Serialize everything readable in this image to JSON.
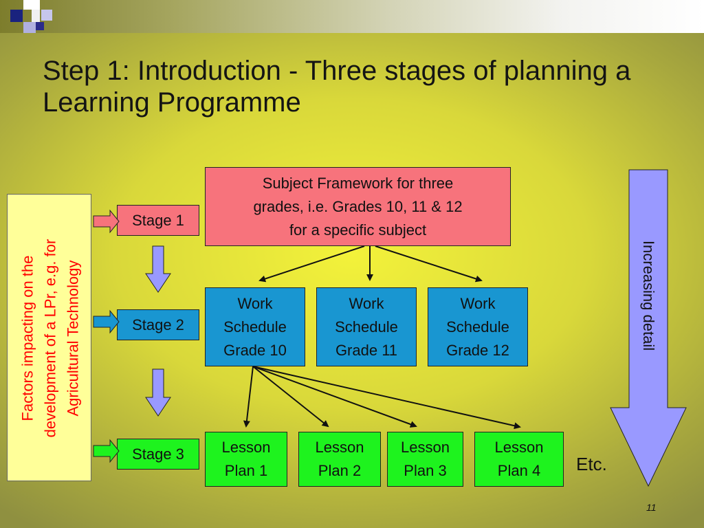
{
  "slide": {
    "title": "Step 1:  Introduction -  Three stages of planning a Learning Programme",
    "page_number": "11"
  },
  "colors": {
    "framework_pink": "#f7737c",
    "work_schedule_blue": "#1996d1",
    "lesson_plan_green": "#1ef31e",
    "factors_yellow": "#ffff99",
    "factors_text_red": "#ff0000",
    "arrow_lavender": "#9999ff"
  },
  "stages": [
    {
      "label": "Stage 1"
    },
    {
      "label": "Stage 2"
    },
    {
      "label": "Stage 3"
    }
  ],
  "framework": {
    "lines": [
      "Subject Framework for three",
      "grades, i.e. Grades 10, 11 & 12",
      "for a specific subject"
    ]
  },
  "work_schedules": [
    {
      "line1": "Work",
      "line2": "Schedule",
      "line3": "Grade 10"
    },
    {
      "line1": "Work",
      "line2": "Schedule",
      "line3": "Grade 11"
    },
    {
      "line1": "Work",
      "line2": "Schedule",
      "line3": "Grade 12"
    }
  ],
  "lesson_plans": [
    {
      "line1": "Lesson",
      "line2": "Plan 1"
    },
    {
      "line1": "Lesson",
      "line2": "Plan 2"
    },
    {
      "line1": "Lesson",
      "line2": "Plan 3"
    },
    {
      "line1": "Lesson",
      "line2": "Plan 4"
    }
  ],
  "factors": {
    "lines": [
      "Factors impacting on the",
      "development of a LPr, e.g.  for",
      "Agricultural Technology"
    ]
  },
  "detail_arrow": {
    "label": "Increasing detail"
  },
  "etc_label": "Etc."
}
